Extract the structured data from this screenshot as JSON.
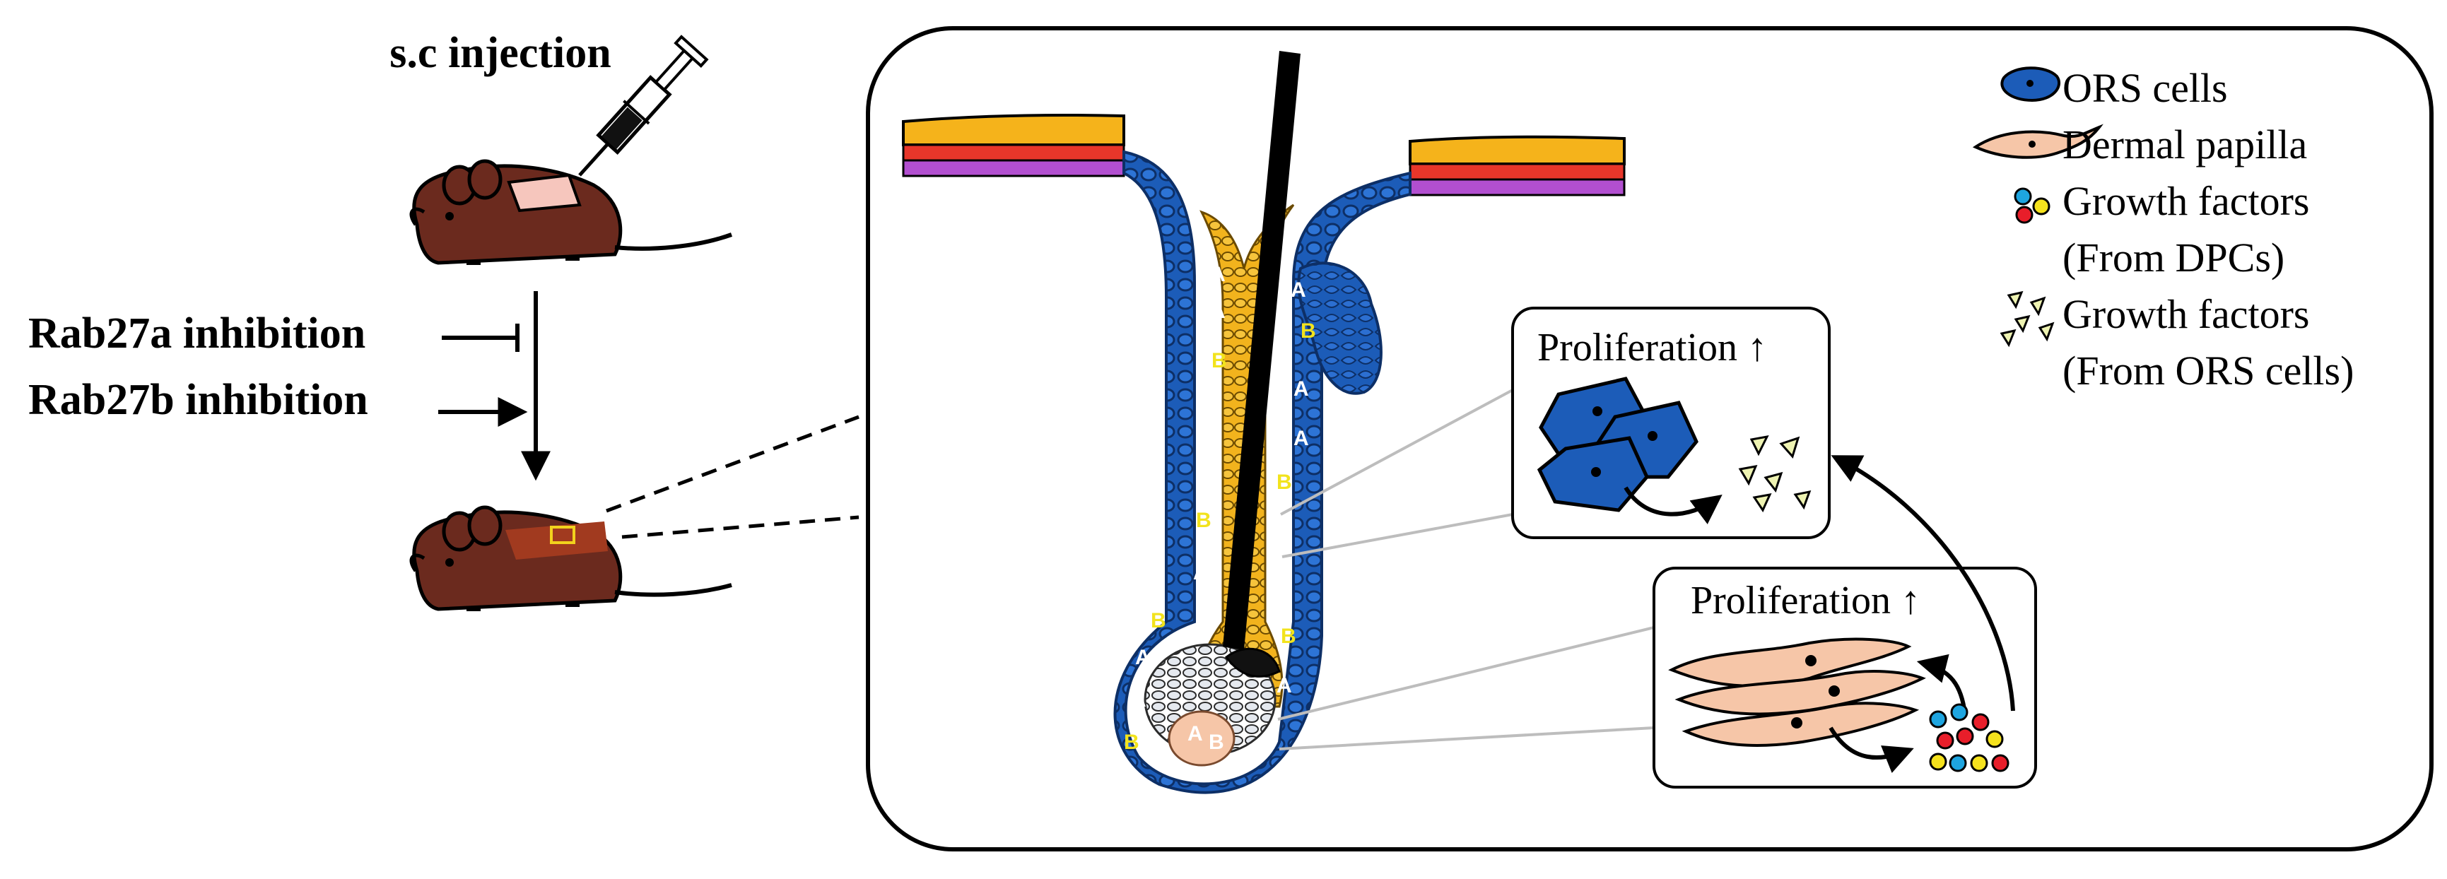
{
  "left_panel": {
    "injection_label": "s.c injection",
    "rab27a_label": "Rab27a inhibition",
    "rab27b_label": "Rab27b inhibition"
  },
  "legend": {
    "items": [
      {
        "label": "ORS cells",
        "icon": "ors-cell-icon"
      },
      {
        "label": "Dermal papilla",
        "icon": "dermal-papilla-icon"
      },
      {
        "label": "Growth factors",
        "sublabel": "(From DPCs)",
        "icon": "dpc-growth-factor-icon"
      },
      {
        "label": "Growth factors",
        "sublabel": "(From ORS cells)",
        "icon": "ors-growth-factor-icon"
      }
    ]
  },
  "boxes": {
    "ors_box": {
      "label": "Proliferation ↑"
    },
    "dpc_box": {
      "label": "Proliferation ↑"
    }
  },
  "follicle": {
    "cell_letter_a": "A",
    "cell_letter_b": "B"
  },
  "colors": {
    "mouse": "#6b2a1e",
    "ors_blue": "#1c5cb8",
    "papilla": "#f6c6a8",
    "inner_sheath": "#f2b31d",
    "epidermis_top": "#f5b31b",
    "epidermis_red": "#e8362a",
    "epidermis_purple": "#b24fd0",
    "gf_tri": "#eef3b2"
  }
}
